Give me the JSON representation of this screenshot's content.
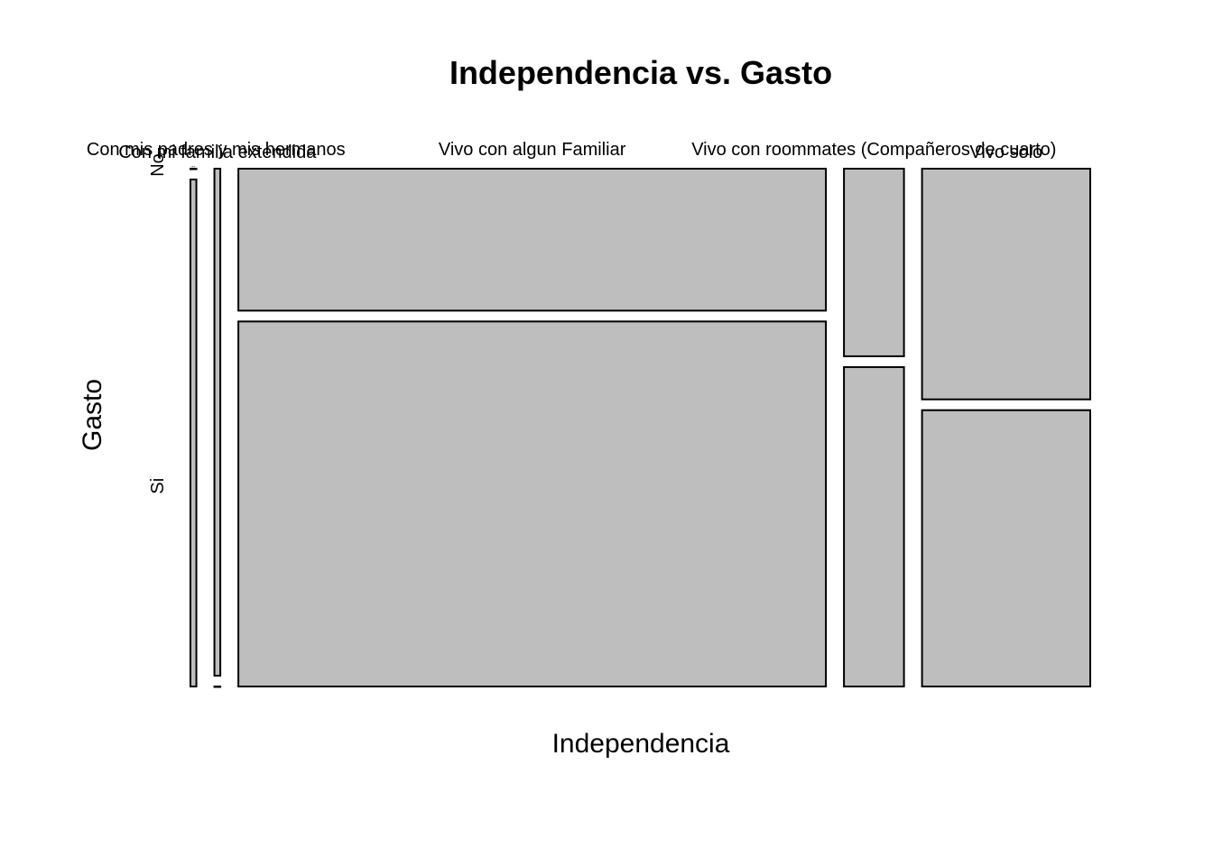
{
  "chart_data": {
    "type": "mosaic",
    "title": "Independencia vs. Gasto",
    "xlabel": "Independencia",
    "ylabel": "Gasto",
    "x_categories": [
      "Con mis padres y mis hermanos",
      "Con mi familia extendida",
      "Vivo con algun Familiar",
      "Vivo con roommates (Compañeros de cuarto)",
      "Vivo solo"
    ],
    "y_categories": [
      "No",
      "Si"
    ],
    "column_proportions": [
      0.007,
      0.007,
      0.695,
      0.071,
      0.199
    ],
    "conditional_proportions": [
      {
        "x": "Con mis padres y mis hermanos",
        "No": 0.0,
        "Si": 1.0
      },
      {
        "x": "Con mi familia extendida",
        "No": 1.0,
        "Si": 0.0
      },
      {
        "x": "Vivo con algun Familiar",
        "No": 0.28,
        "Si": 0.72
      },
      {
        "x": "Vivo con roommates (Compañeros de cuarto)",
        "No": 0.37,
        "Si": 0.63
      },
      {
        "x": "Vivo solo",
        "No": 0.455,
        "Si": 0.545
      }
    ],
    "fill_color": "#bebebe",
    "border_color": "#000000"
  }
}
